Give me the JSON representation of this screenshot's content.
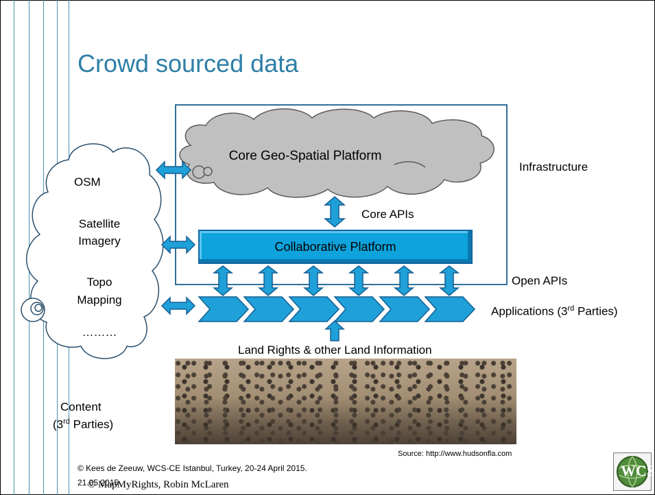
{
  "title": "Crowd sourced data",
  "platforms": {
    "core": "Core Geo-Spatial Platform",
    "collaborative": "Collaborative Platform"
  },
  "labels": {
    "infrastructure": "Infrastructure",
    "core_apis": "Core APIs",
    "open_apis": "Open APIs",
    "applications": "Applications (3",
    "applications_sup": "rd",
    "applications_tail": " Parties)",
    "land_rights": "Land Rights & other Land Information"
  },
  "content_cloud": {
    "items": [
      "OSM",
      "Satellite",
      "Imagery",
      "Topo",
      "Mapping",
      "………"
    ],
    "footer_line1": "Content",
    "footer_line2_pre": "(3",
    "footer_line2_sup": "rd",
    "footer_line2_post": " Parties)"
  },
  "footer": {
    "copyright": "© Kees de Zeeuw, WCS-CE Istanbul, Turkey, 20-24 April 2015.",
    "date": "21.05.2015",
    "mapmyrights": "© MapMyRights, Robin McLaren",
    "source": "Source: http://www.hudsonfla.com",
    "logo_text": "WCS"
  },
  "colors": {
    "title": "#2e7fa7",
    "arrow_fill": "#1fa0d8",
    "arrow_stroke": "#155f93",
    "cloud_fill": "#c0c0c0",
    "collab_fill": "#0ea3dc"
  }
}
